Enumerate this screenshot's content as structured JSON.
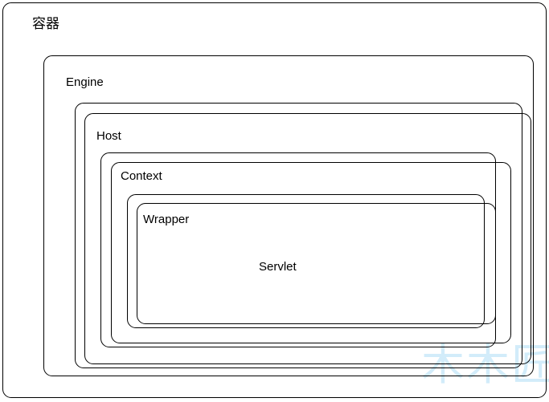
{
  "diagram": {
    "type": "nested-containers",
    "labels": {
      "container": "容器",
      "engine": "Engine",
      "host": "Host",
      "context": "Context",
      "wrapper": "Wrapper",
      "servlet": "Servlet"
    },
    "hierarchy": [
      "容器",
      "Engine",
      "Host",
      "Context",
      "Wrapper",
      "Servlet"
    ],
    "stacked_levels": [
      "Host",
      "Context",
      "Wrapper"
    ],
    "watermark": "木木匠",
    "colors": {
      "background": "#ffffff",
      "border": "#000000",
      "text": "#000000",
      "watermark": "#d2ecfa"
    }
  }
}
